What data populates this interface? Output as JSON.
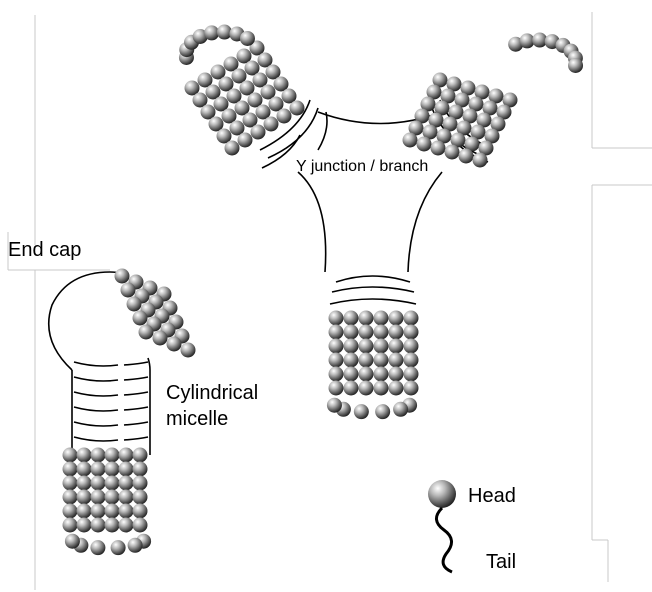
{
  "labels": {
    "y_junction": "Y junction / branch",
    "end_cap": "End cap",
    "cylindrical_line1": "Cylindrical",
    "cylindrical_line2": "micelle",
    "head": "Head",
    "tail": "Tail"
  },
  "colors": {
    "ink": "#000000",
    "bead_light": "#ffffff",
    "bead_mid": "#9a9a9a",
    "bead_dark": "#2e2e2e",
    "frame": "#c8c8c8"
  },
  "icons": {
    "bead": "sphere-icon",
    "tail": "squiggle-tail-icon"
  }
}
